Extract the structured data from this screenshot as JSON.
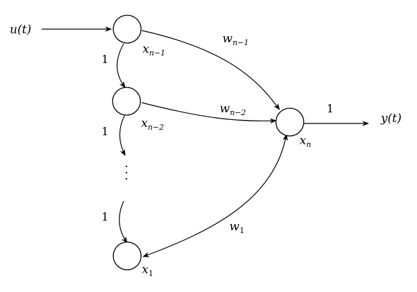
{
  "labels": {
    "input": "u(t)",
    "output": "y(t)",
    "output_gain": "1"
  },
  "nodes": [
    {
      "var": "x",
      "sub": "n−1"
    },
    {
      "var": "x",
      "sub": "n−2"
    },
    {
      "var": "x",
      "sub": "1"
    },
    {
      "var": "x",
      "sub": "n"
    }
  ],
  "weights": [
    {
      "var": "w",
      "sub": "n−1"
    },
    {
      "var": "w",
      "sub": "n−2"
    },
    {
      "var": "w",
      "sub": "1"
    }
  ],
  "chain_gains": [
    "1",
    "1",
    "1"
  ],
  "ellipsis": "·\n·\n·"
}
